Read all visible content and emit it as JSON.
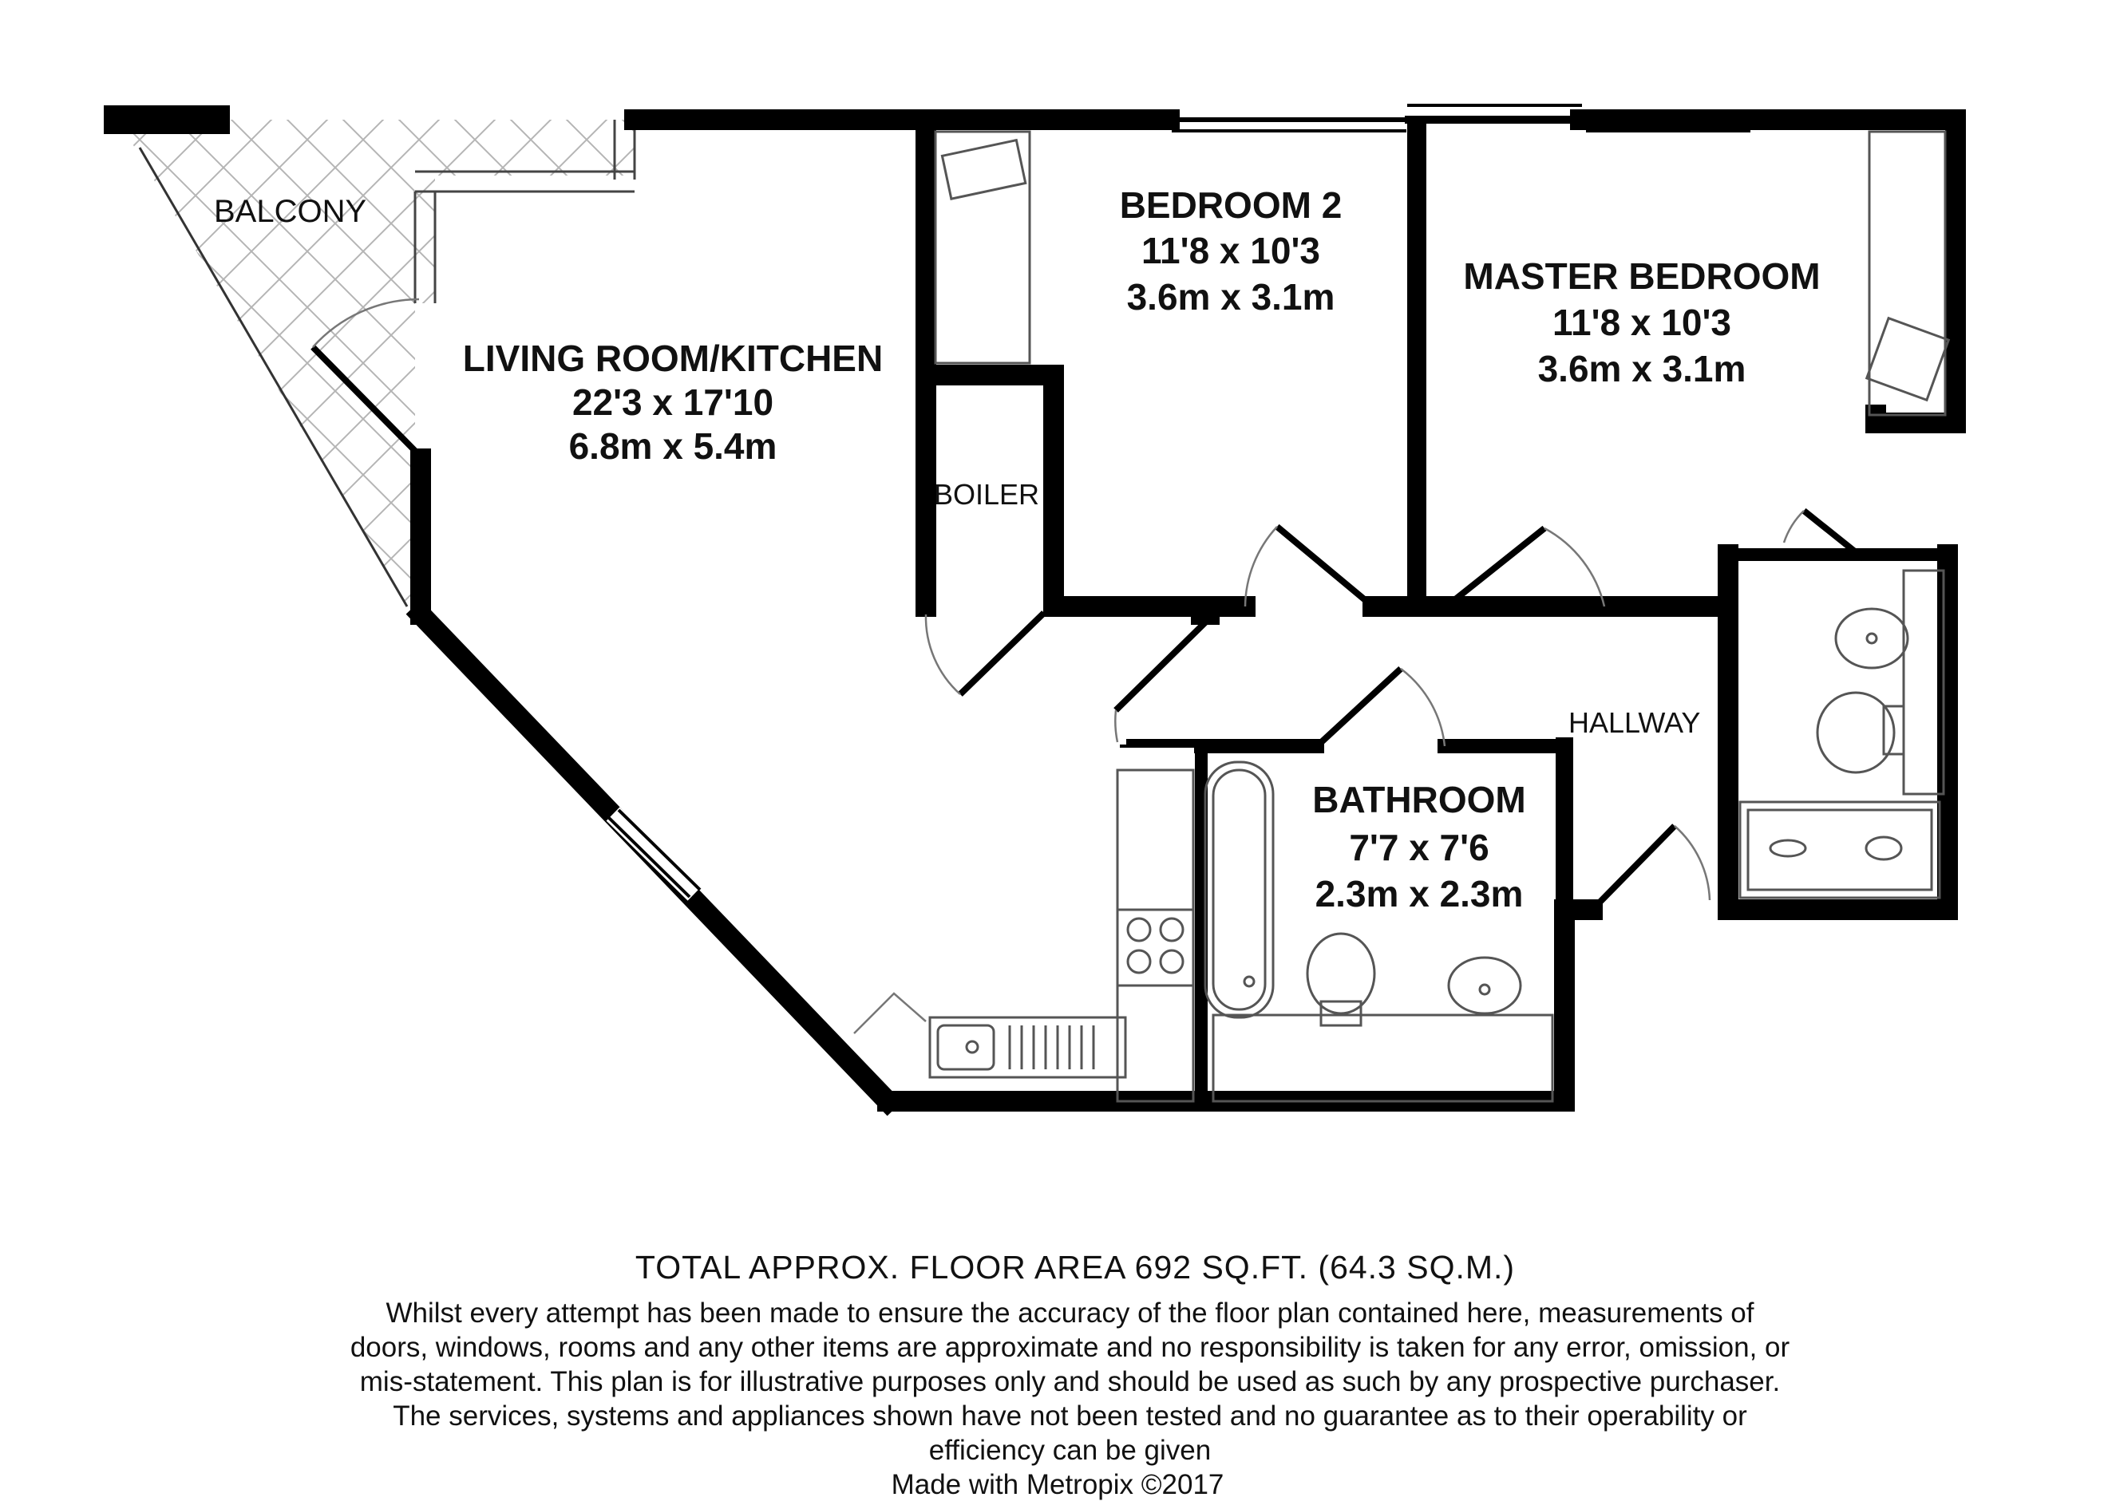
{
  "rooms": {
    "balcony": {
      "name": "BALCONY"
    },
    "living": {
      "name": "LIVING ROOM/KITCHEN",
      "imperial": "22'3 x 17'10",
      "metric": "6.8m x 5.4m"
    },
    "bedroom2": {
      "name": "BEDROOM 2",
      "imperial": "11'8 x 10'3",
      "metric": "3.6m x 3.1m"
    },
    "master": {
      "name": "MASTER BEDROOM",
      "imperial": "11'8 x 10'3",
      "metric": "3.6m x 3.1m"
    },
    "boiler": {
      "name": "BOILER"
    },
    "hallway": {
      "name": "HALLWAY"
    },
    "bathroom": {
      "name": "BATHROOM",
      "imperial": "7'7 x 7'6",
      "metric": "2.3m x 2.3m"
    }
  },
  "footer": {
    "total_area": "TOTAL APPROX. FLOOR AREA 692 SQ.FT. (64.3 SQ.M.)",
    "disclaimer": "Whilst every attempt has been made to ensure the accuracy of the floor plan contained here, measurements of doors, windows, rooms and any other items are approximate and no responsibility is taken for any error, omission, or mis-statement. This plan is for illustrative purposes only and should be used as such by any prospective purchaser. The services, systems and appliances shown have not been tested and no guarantee as to their operability or efficiency can be given",
    "credit": "Made with Metropix ©2017"
  },
  "colors": {
    "wall": "#000000",
    "fixture": "#555555",
    "tile": "#b5b5b5"
  }
}
